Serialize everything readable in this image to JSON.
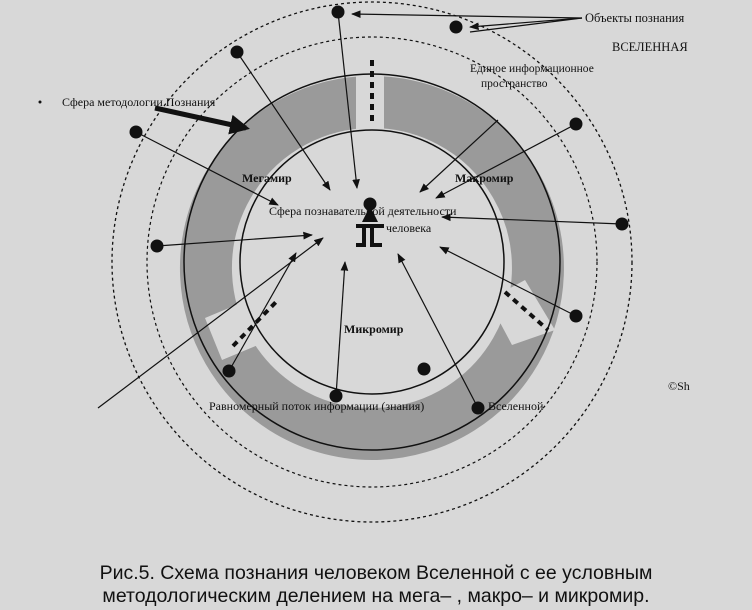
{
  "labels": {
    "objects_of_cognition": "Объекты познания",
    "universe_title": "ВСЕЛЕННАЯ",
    "info_space_line1": "Единое информационное",
    "info_space_line2": "пространство",
    "methodology_sphere": "Сфера методологии Познания",
    "megaworld": "Мегамир",
    "macroworld": "Макромир",
    "microworld": "Микромир",
    "cognitive_sphere_line1": "Сфера познавательной деятельности",
    "cognitive_sphere_line2": "человека",
    "uniform_flow": "Равномерный поток информации (знания)",
    "universe_small": "Вселенной",
    "copyright": "©Sh"
  },
  "caption": {
    "line1": "Рис.5. Схема познания человеком Вселенной с ее условным",
    "line2": "методологическим делением на мега– , макро–  и микромир."
  },
  "colors": {
    "background": "#d8d8d8",
    "band": "#8f8f8f",
    "ink": "#111111"
  }
}
